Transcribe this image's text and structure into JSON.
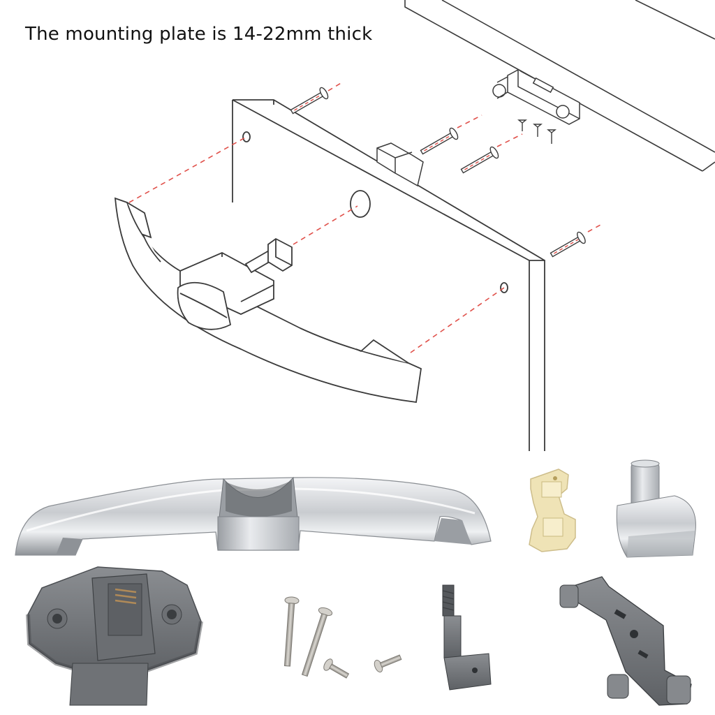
{
  "caption": "The mounting plate is 14-22mm thick",
  "colors": {
    "line": "#3a3a3a",
    "dash": "#e0504a",
    "chrome_light": "#e6e8eb",
    "chrome_dark": "#8d9196",
    "plastic_gray": "#7d8084",
    "nylon": "#efe3b6",
    "screw": "#b9b6b0"
  },
  "icons": [
    "drawer-front-panel",
    "handle-drawing",
    "latch-drawing",
    "screw-drawing",
    "chrome-handle-photo",
    "nylon-clip-photo",
    "chrome-knob-photo",
    "latch-housing-photo",
    "screw-photo",
    "pin-photo",
    "bracket-photo"
  ]
}
